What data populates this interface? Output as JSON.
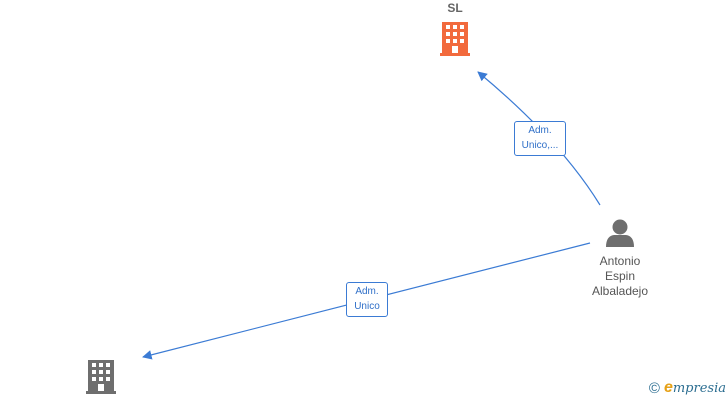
{
  "nodes": {
    "company_top": {
      "label": "SL",
      "icon": "building-icon",
      "color": "#f26a3d"
    },
    "person": {
      "label_lines": [
        "Antonio",
        "Espin",
        "Albaladejo"
      ],
      "icon": "person-icon",
      "color": "#6e6e6e"
    },
    "company_bottom": {
      "label": "",
      "icon": "building-icon",
      "color": "#6e6e6e"
    }
  },
  "edges": {
    "to_top": {
      "label_lines": [
        "Adm.",
        "Unico,..."
      ]
    },
    "to_bottom": {
      "label_lines": [
        "Adm.",
        "Unico"
      ]
    }
  },
  "edge_color": "#3b7bd4",
  "brand": {
    "copyright": "©",
    "e_letter": "e",
    "rest": "mpresia"
  }
}
